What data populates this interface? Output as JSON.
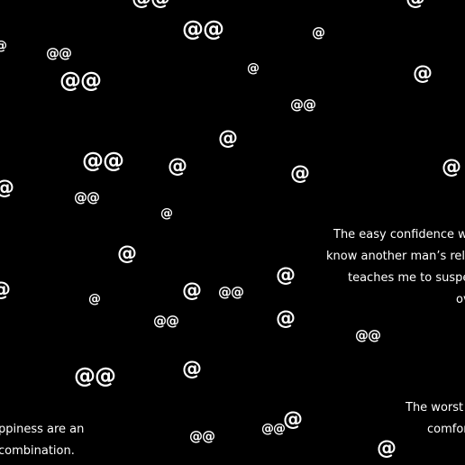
{
  "screen": {
    "background": "#000000",
    "text_color": "#ffffff"
  },
  "glyphs": [
    "@@",
    "@",
    "@",
    "@@",
    "@",
    "@@",
    "@",
    "@@",
    "@",
    "@@",
    "@",
    "@@",
    "@",
    "@",
    "@",
    "@",
    "@@",
    "@",
    "@",
    "@",
    "@",
    "@",
    "@@",
    "@",
    "@@",
    "@",
    "@@",
    "@@",
    "@",
    "@@",
    "@@",
    "@",
    "@",
    "@",
    "@",
    "@"
  ],
  "quotes": {
    "right_middle": [
      "The easy confidence wit",
      "know another man’s religi",
      "teaches me to suspec",
      "ov"
    ],
    "right_bottom": [
      "The worst t",
      "comfor"
    ],
    "left_bottom": [
      "ppiness are an",
      "combination."
    ]
  }
}
